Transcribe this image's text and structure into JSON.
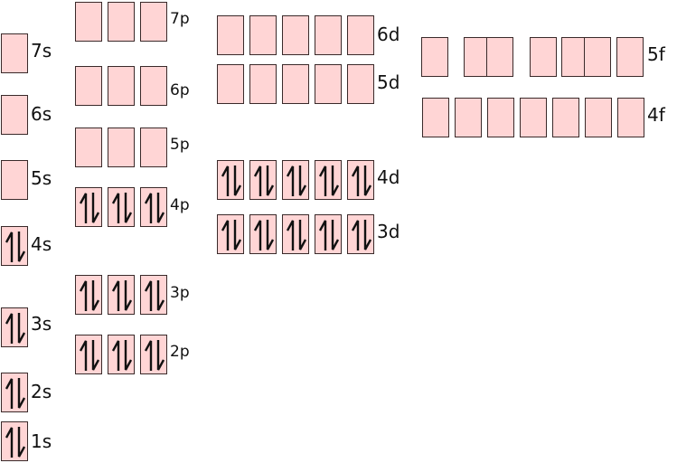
{
  "orbitals": [
    {
      "label": "1s",
      "boxes": 1,
      "filled": true
    },
    {
      "label": "2s",
      "boxes": 1,
      "filled": true
    },
    {
      "label": "3s",
      "boxes": 1,
      "filled": true
    },
    {
      "label": "4s",
      "boxes": 1,
      "filled": true
    },
    {
      "label": "5s",
      "boxes": 1,
      "filled": false
    },
    {
      "label": "6s",
      "boxes": 1,
      "filled": false
    },
    {
      "label": "7s",
      "boxes": 1,
      "filled": false
    },
    {
      "label": "2p",
      "boxes": 3,
      "filled": true
    },
    {
      "label": "3p",
      "boxes": 3,
      "filled": true
    },
    {
      "label": "4p",
      "boxes": 3,
      "filled": true
    },
    {
      "label": "5p",
      "boxes": 3,
      "filled": false
    },
    {
      "label": "6p",
      "boxes": 3,
      "filled": false
    },
    {
      "label": "7p",
      "boxes": 3,
      "filled": false
    },
    {
      "label": "3d",
      "boxes": 5,
      "filled": true
    },
    {
      "label": "4d",
      "boxes": 5,
      "filled": true
    },
    {
      "label": "5d",
      "boxes": 5,
      "filled": false
    },
    {
      "label": "6d",
      "boxes": 5,
      "filled": false
    },
    {
      "label": "4f",
      "boxes": 7,
      "filled": false
    },
    {
      "label": "5f",
      "boxes": 7,
      "filled": false
    }
  ],
  "colors": {
    "box_fill": "#ffd5d5",
    "border": "#3a2a2a"
  }
}
